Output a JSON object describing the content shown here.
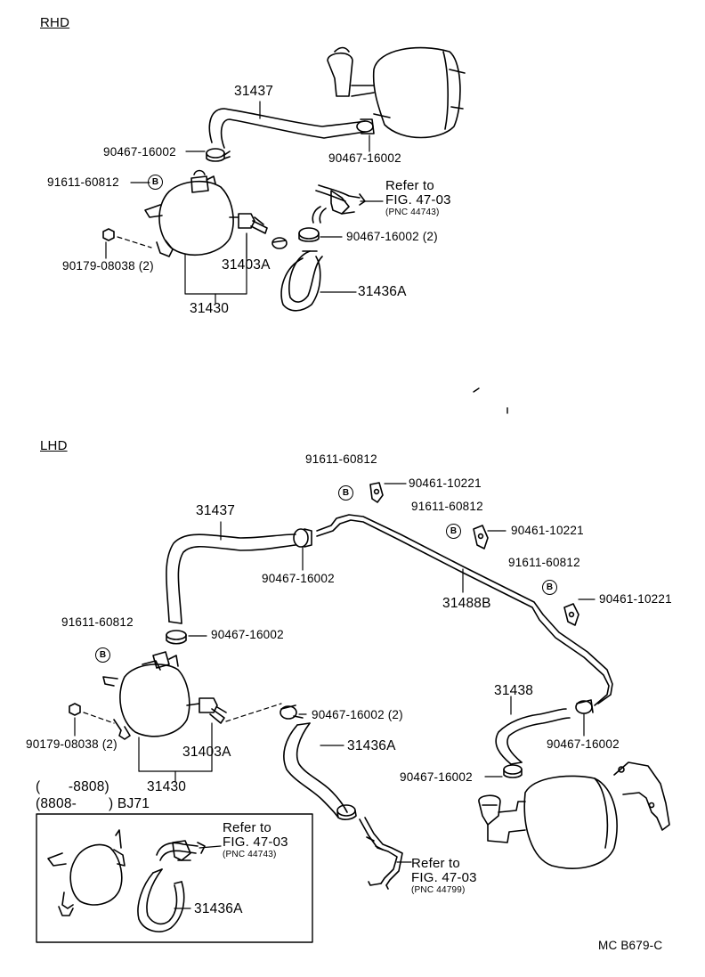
{
  "sections": {
    "rhd": "RHD",
    "lhd": "LHD"
  },
  "rhd": {
    "p31437": "31437",
    "clamp_left": "90467-16002",
    "clamp_right": "90467-16002",
    "p91611": "91611-60812",
    "bolt_mark": "B",
    "p90179": "90179-08038 (2)",
    "p31403a": "31403A",
    "p31430": "31430",
    "p31436a": "31436A",
    "clamp_2": "90467-16002 (2)",
    "refer_to": "Refer to",
    "fig": "FIG. 47-03",
    "pnc": "(PNC 44743)"
  },
  "lhd": {
    "p91611_a": "91611-60812",
    "p90461_a": "90461-10221",
    "p91611_b": "91611-60812",
    "p90461_b": "90461-10221",
    "p91611_c": "91611-60812",
    "p90461_c": "90461-10221",
    "p31437": "31437",
    "clamp_top": "90467-16002",
    "p31488b": "31488B",
    "p91611_left": "91611-60812",
    "clamp_left": "90467-16002",
    "p31438": "31438",
    "clamp_right": "90467-16002",
    "clamp_2": "90467-16002 (2)",
    "p31436a": "31436A",
    "p90179": "90179-08038 (2)",
    "p31403a": "31403A",
    "clamp_bottom": "90467-16002",
    "date_range_1": "(       -8808)",
    "p31430": "31430",
    "date_range_2": "(8808-        ) BJ71",
    "inset_refer_to": "Refer to",
    "inset_fig": "FIG. 47-03",
    "inset_pnc": "(PNC 44743)",
    "inset_p31436a": "31436A",
    "refer_to_2": "Refer to",
    "fig_2": "FIG. 47-03",
    "pnc_2": "(PNC 44799)",
    "bolt_mark": "B"
  },
  "footer_code": "MC  B679-C"
}
